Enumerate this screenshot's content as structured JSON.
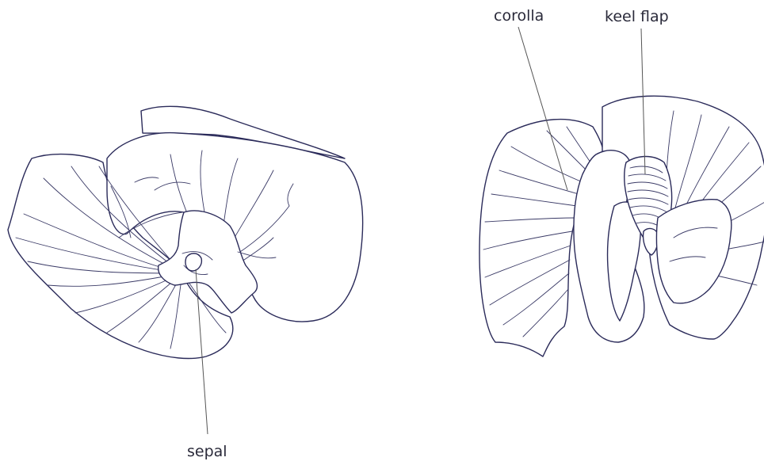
{
  "labels": {
    "sepal": "sepal",
    "corolla": "corolla",
    "keel_flap": "keel flap"
  },
  "colors": {
    "outline": "#2b2b5a",
    "label_text": "#2a2a3a",
    "background": "#ffffff"
  }
}
